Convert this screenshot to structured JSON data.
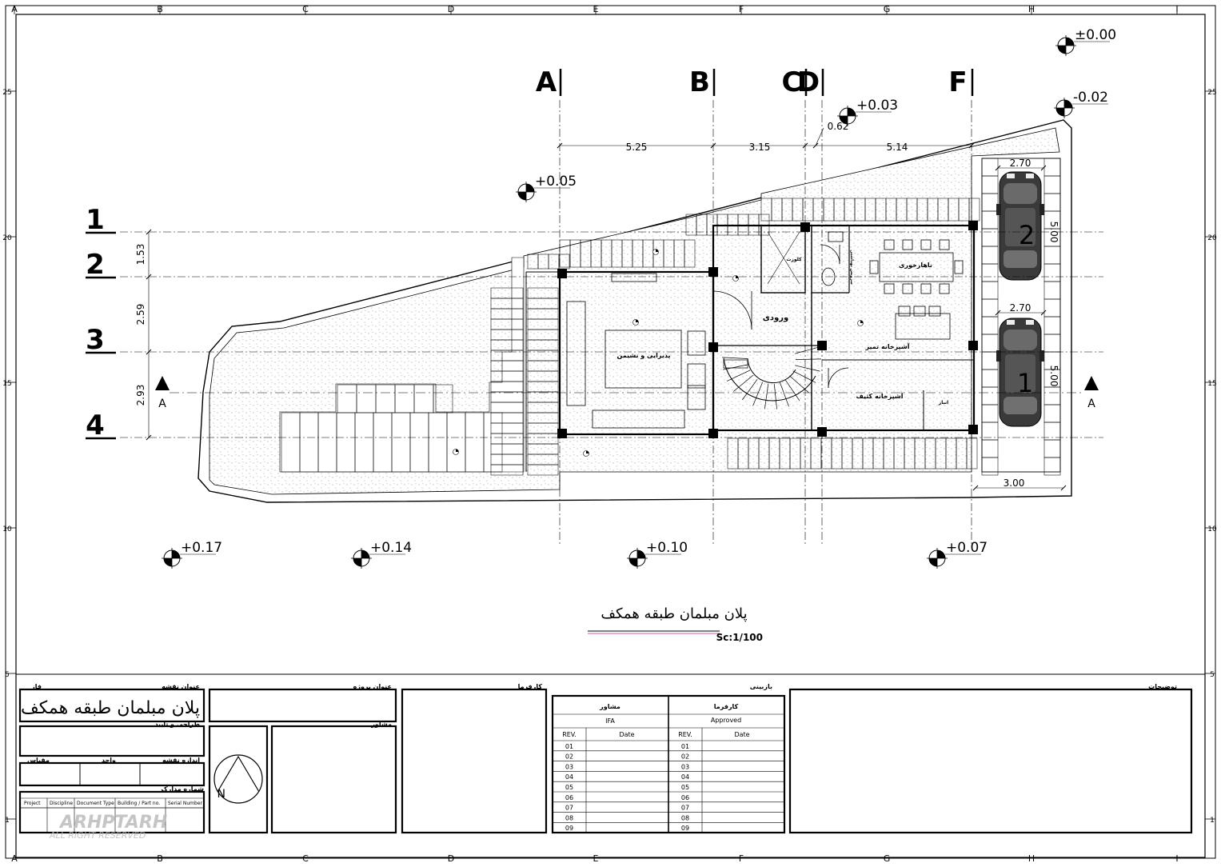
{
  "frame": {
    "columns": [
      "A",
      "B",
      "C",
      "D",
      "E",
      "F",
      "G",
      "H",
      "I"
    ],
    "rows": [
      "25",
      "20",
      "15",
      "10",
      "5",
      "1"
    ]
  },
  "grid_axes": {
    "vertical": [
      "A",
      "B",
      "C",
      "D",
      "F"
    ],
    "horizontal": [
      "1",
      "2",
      "3",
      "4"
    ]
  },
  "dimensions": {
    "horizontal": [
      "5.25",
      "3.15",
      "0.62",
      "5.14"
    ],
    "vertical": [
      "1.53",
      "2.59",
      "2.93"
    ],
    "parking": [
      "2.70",
      "2.70",
      "5.00",
      "5.00",
      "3.00"
    ]
  },
  "levels": {
    "top_right_1": "±0.00",
    "top_right_2": "-0.02",
    "entrance": "+0.03",
    "left": "+0.05",
    "bottom": [
      "+0.17",
      "+0.14",
      "+0.10",
      "+0.07"
    ]
  },
  "section_marks": {
    "left": "A",
    "right": "A"
  },
  "parking_numbers": [
    "2",
    "1"
  ],
  "rooms": {
    "reception": "پذیرایی و نشیمن",
    "entry": "ورودی",
    "dining": "ناهارخوری",
    "clean_kitchen": "آشپزخانه تمیز",
    "dirty_kitchen": "آشپزخانه کثیف",
    "closet": "کلوزت",
    "storage": "انبار",
    "wc": "سرویس بهداشتی"
  },
  "drawing_title": "پلان  مبلمان طبقه همکف",
  "scale": "Sc:1/100",
  "title_block": {
    "phase_label": "فاز",
    "drawing_title_label": "عنوان نقشه",
    "drawing_title_value": "پلان  مبلمان طبقه همکف",
    "project_title_label": "عنوان پروژه",
    "employer_label": "کارفرما",
    "consultant_label": "مشاور",
    "design_label": "طراحی و تایید",
    "sheet_size_label": "اندازه نقشه",
    "unit_label": "واحد",
    "scale_label": "مقیاس",
    "doc_number_label": "شماره مدارک",
    "doc_columns": [
      "Project",
      "Discipline",
      "Document Type",
      "Building / Part no.",
      "Serial Number"
    ],
    "revision_label": "بازبینی",
    "notes_label": "توضیحات",
    "rev_left_header": "مشاور",
    "rev_right_header": "کارفرما",
    "rev_left_status": "IFA",
    "rev_right_status": "Approved",
    "rev_col": "REV.",
    "date_col": "Date",
    "rev_numbers": [
      "01",
      "02",
      "03",
      "04",
      "05",
      "06",
      "07",
      "08",
      "09"
    ],
    "north": "N",
    "logo": "ARHPTARH",
    "logo_sub": "ALL RIGHT RESERVED"
  }
}
